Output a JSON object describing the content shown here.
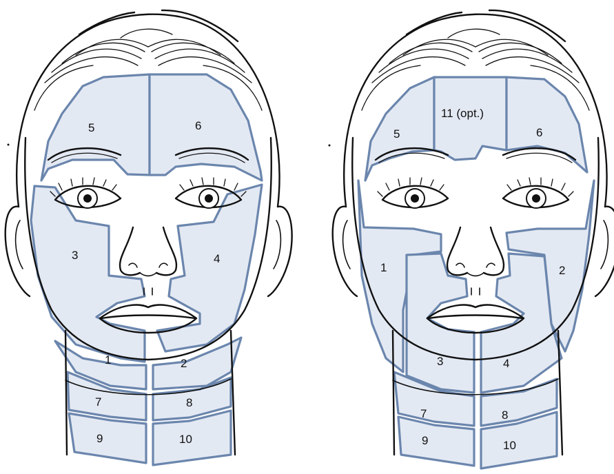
{
  "diagram_left": {
    "zones": [
      {
        "id": "z1",
        "label": "1"
      },
      {
        "id": "z2",
        "label": "2"
      },
      {
        "id": "z3",
        "label": "3"
      },
      {
        "id": "z4",
        "label": "4"
      },
      {
        "id": "z5",
        "label": "5"
      },
      {
        "id": "z6",
        "label": "6"
      },
      {
        "id": "z7",
        "label": "7"
      },
      {
        "id": "z8",
        "label": "8"
      },
      {
        "id": "z9",
        "label": "9"
      },
      {
        "id": "z10",
        "label": "10"
      }
    ]
  },
  "diagram_right": {
    "zones": [
      {
        "id": "z1",
        "label": "1"
      },
      {
        "id": "z2",
        "label": "2"
      },
      {
        "id": "z3",
        "label": "3"
      },
      {
        "id": "z4",
        "label": "4"
      },
      {
        "id": "z5",
        "label": "5"
      },
      {
        "id": "z6",
        "label": "6"
      },
      {
        "id": "z7",
        "label": "7"
      },
      {
        "id": "z8",
        "label": "8"
      },
      {
        "id": "z9",
        "label": "9"
      },
      {
        "id": "z10",
        "label": "10"
      },
      {
        "id": "z11",
        "label": "11 (opt.)"
      }
    ]
  },
  "colors": {
    "zone_fill": "#e3e9f3",
    "zone_outline": "#6b86ad",
    "line_art": "#111111"
  }
}
